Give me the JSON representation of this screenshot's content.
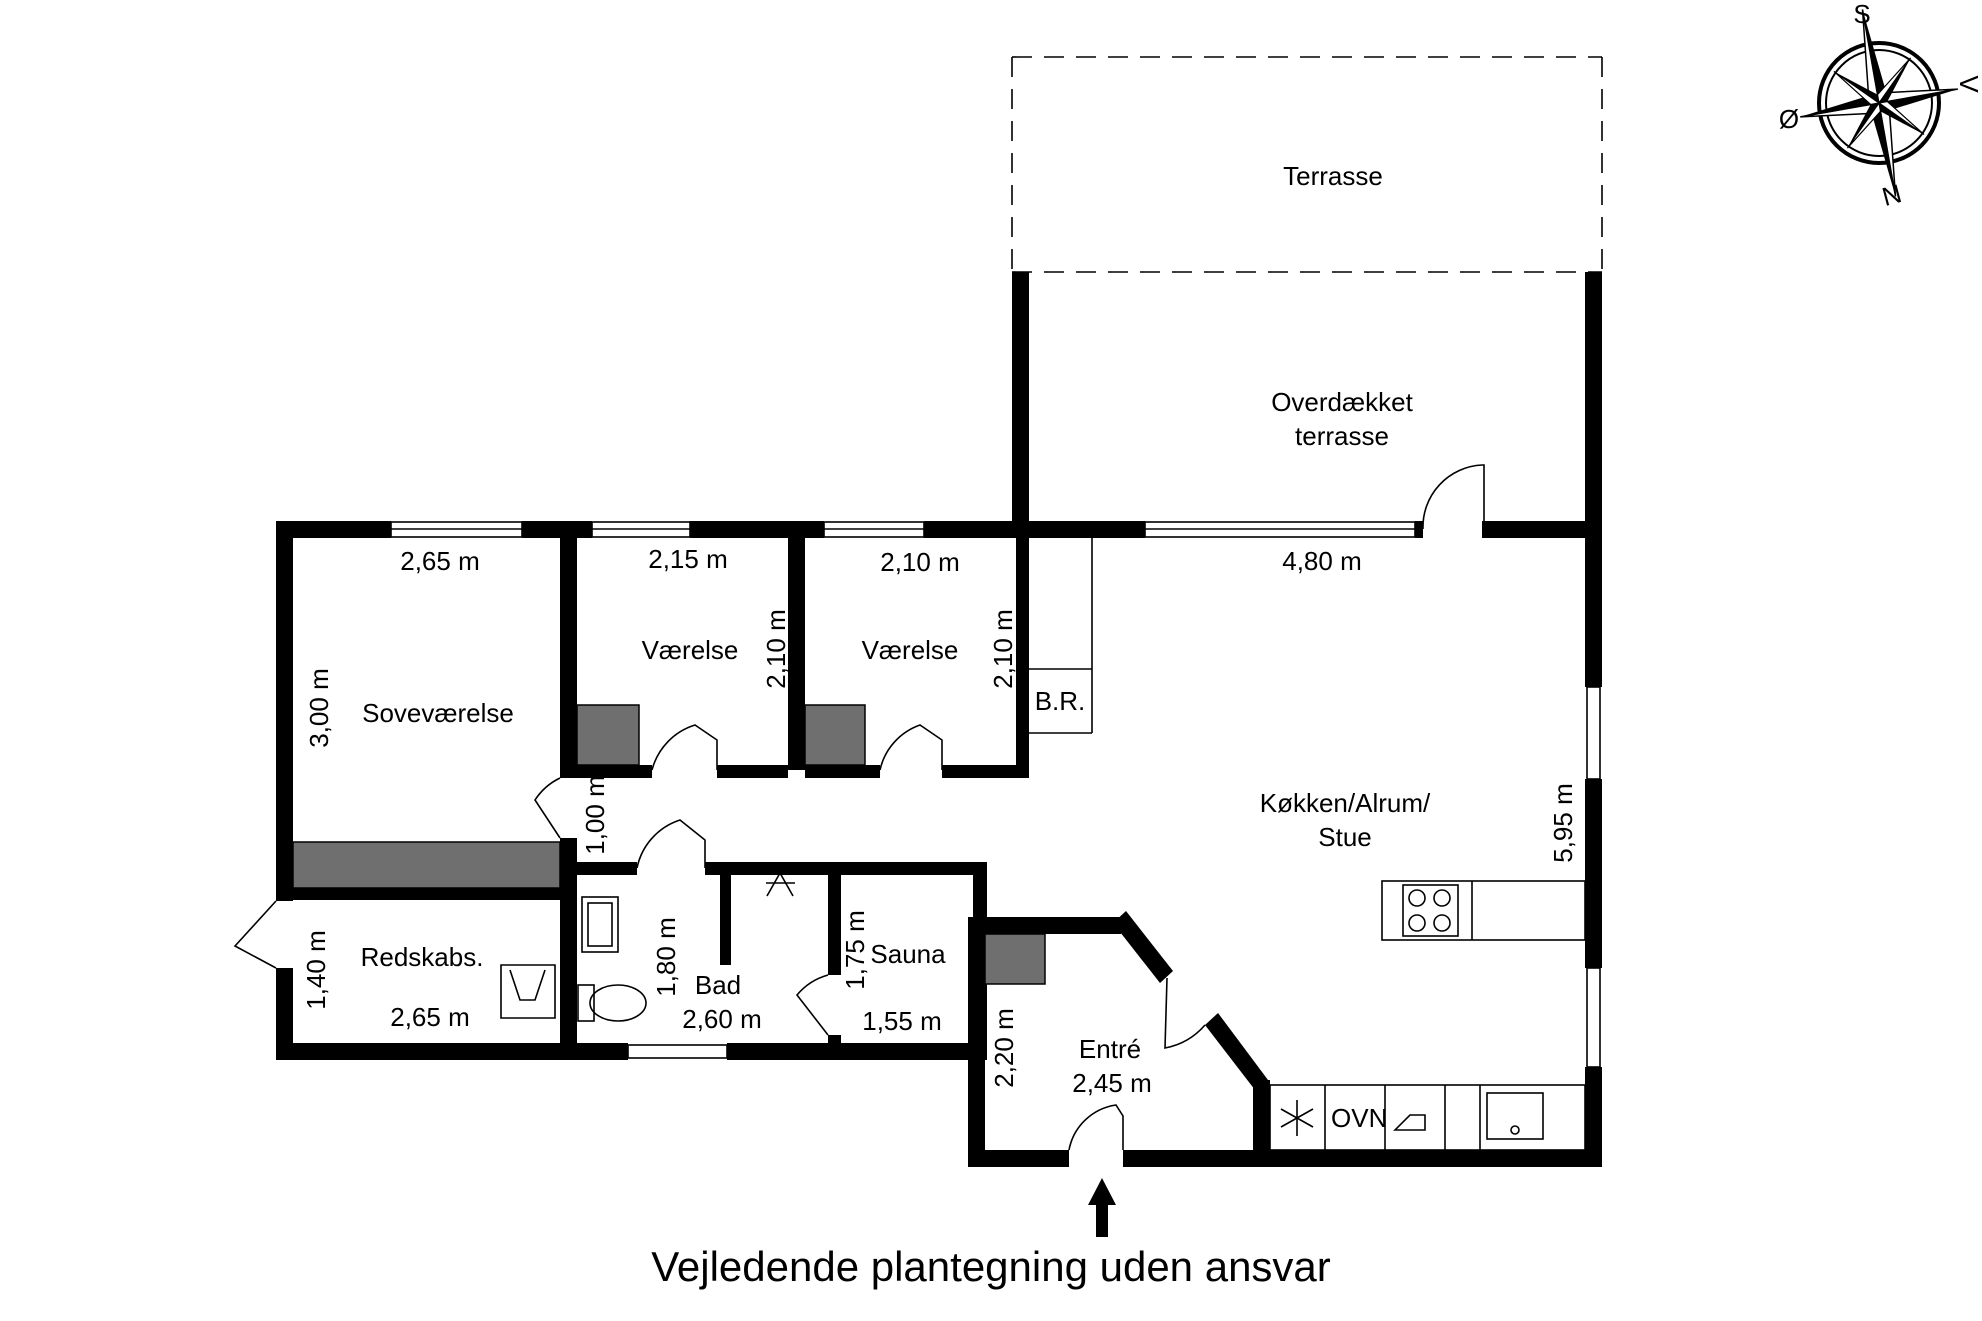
{
  "rooms": {
    "terrasse": "Terrasse",
    "overdaekket_1": "Overdækket",
    "overdaekket_2": "terrasse",
    "sovevaerelse": "Soveværelse",
    "vaerelse_1": "Værelse",
    "vaerelse_2": "Værelse",
    "br": "B.R.",
    "koekken_1": "Køkken/Alrum/",
    "koekken_2": "Stue",
    "redskabs": "Redskabs.",
    "bad": "Bad",
    "sauna": "Sauna",
    "entre": "Entré"
  },
  "dimensions": {
    "sove_width": "2,65 m",
    "sove_height": "3,00 m",
    "v1_width": "2,15 m",
    "v1_height": "2,10 m",
    "v2_width": "2,10 m",
    "v2_height": "2,10 m",
    "alrum_width": "4,80 m",
    "alrum_height": "5,95 m",
    "hall_width": "1,00 m",
    "redskabs_height": "1,40 m",
    "redskabs_width": "2,65 m",
    "bad_height": "1,80 m",
    "bad_width": "2,60 m",
    "sauna_height": "1,75 m",
    "sauna_width": "1,55 m",
    "entre_height": "2,20 m",
    "entre_width": "2,45 m"
  },
  "appliances": {
    "oven": "OVN"
  },
  "compass": {
    "north": "N",
    "south": "S",
    "east": "Ø",
    "west": "V"
  },
  "caption": "Vejledende plantegning uden ansvar"
}
